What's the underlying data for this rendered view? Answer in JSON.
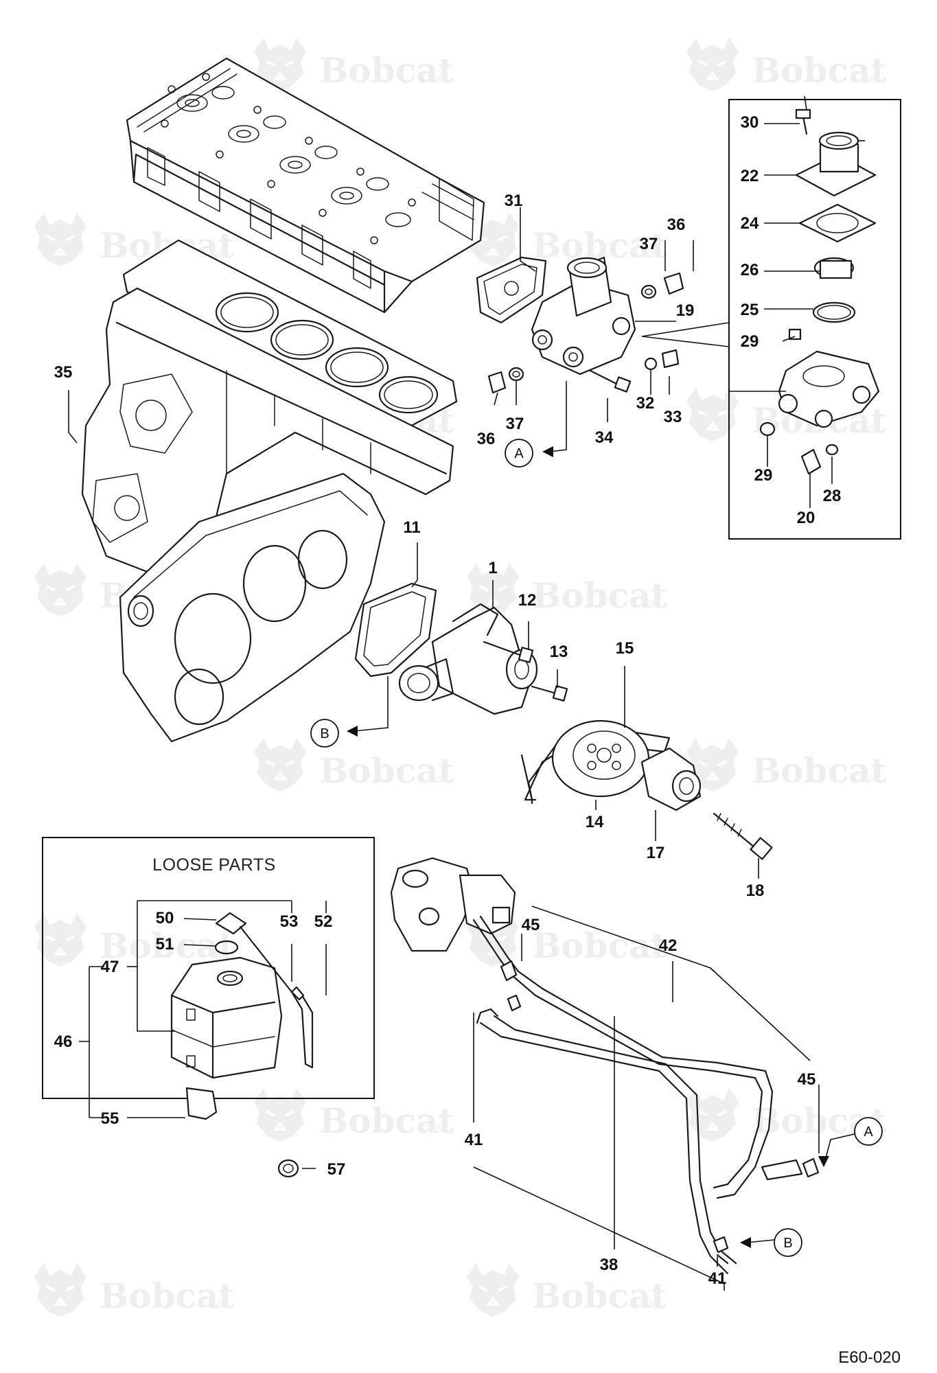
{
  "watermark": {
    "brand": "Bobcat",
    "registered": "®",
    "icon": "bobcat-logo-icon",
    "color": "#eeeeee"
  },
  "loose_parts_box": {
    "title": "LOOSE PARTS"
  },
  "reference_markers": {
    "a": "A",
    "b": "B"
  },
  "drawing_code": "E60-020",
  "callouts": {
    "c1": "1",
    "c11": "11",
    "c12": "12",
    "c13": "13",
    "c14": "14",
    "c15": "15",
    "c17": "17",
    "c18": "18",
    "c19": "19",
    "c20": "20",
    "c22": "22",
    "c24": "24",
    "c25": "25",
    "c26": "26",
    "c28": "28",
    "c29": "29",
    "c30": "30",
    "c31": "31",
    "c32": "32",
    "c33": "33",
    "c34": "34",
    "c35": "35",
    "c36": "36",
    "c37": "37",
    "c38": "38",
    "c41": "41",
    "c42": "42",
    "c45": "45",
    "c46": "46",
    "c47": "47",
    "c50": "50",
    "c51": "51",
    "c52": "52",
    "c53": "53",
    "c55": "55",
    "c57": "57"
  },
  "colors": {
    "line": "#1a1a1a",
    "background": "#ffffff",
    "watermark": "#eeeeee"
  }
}
